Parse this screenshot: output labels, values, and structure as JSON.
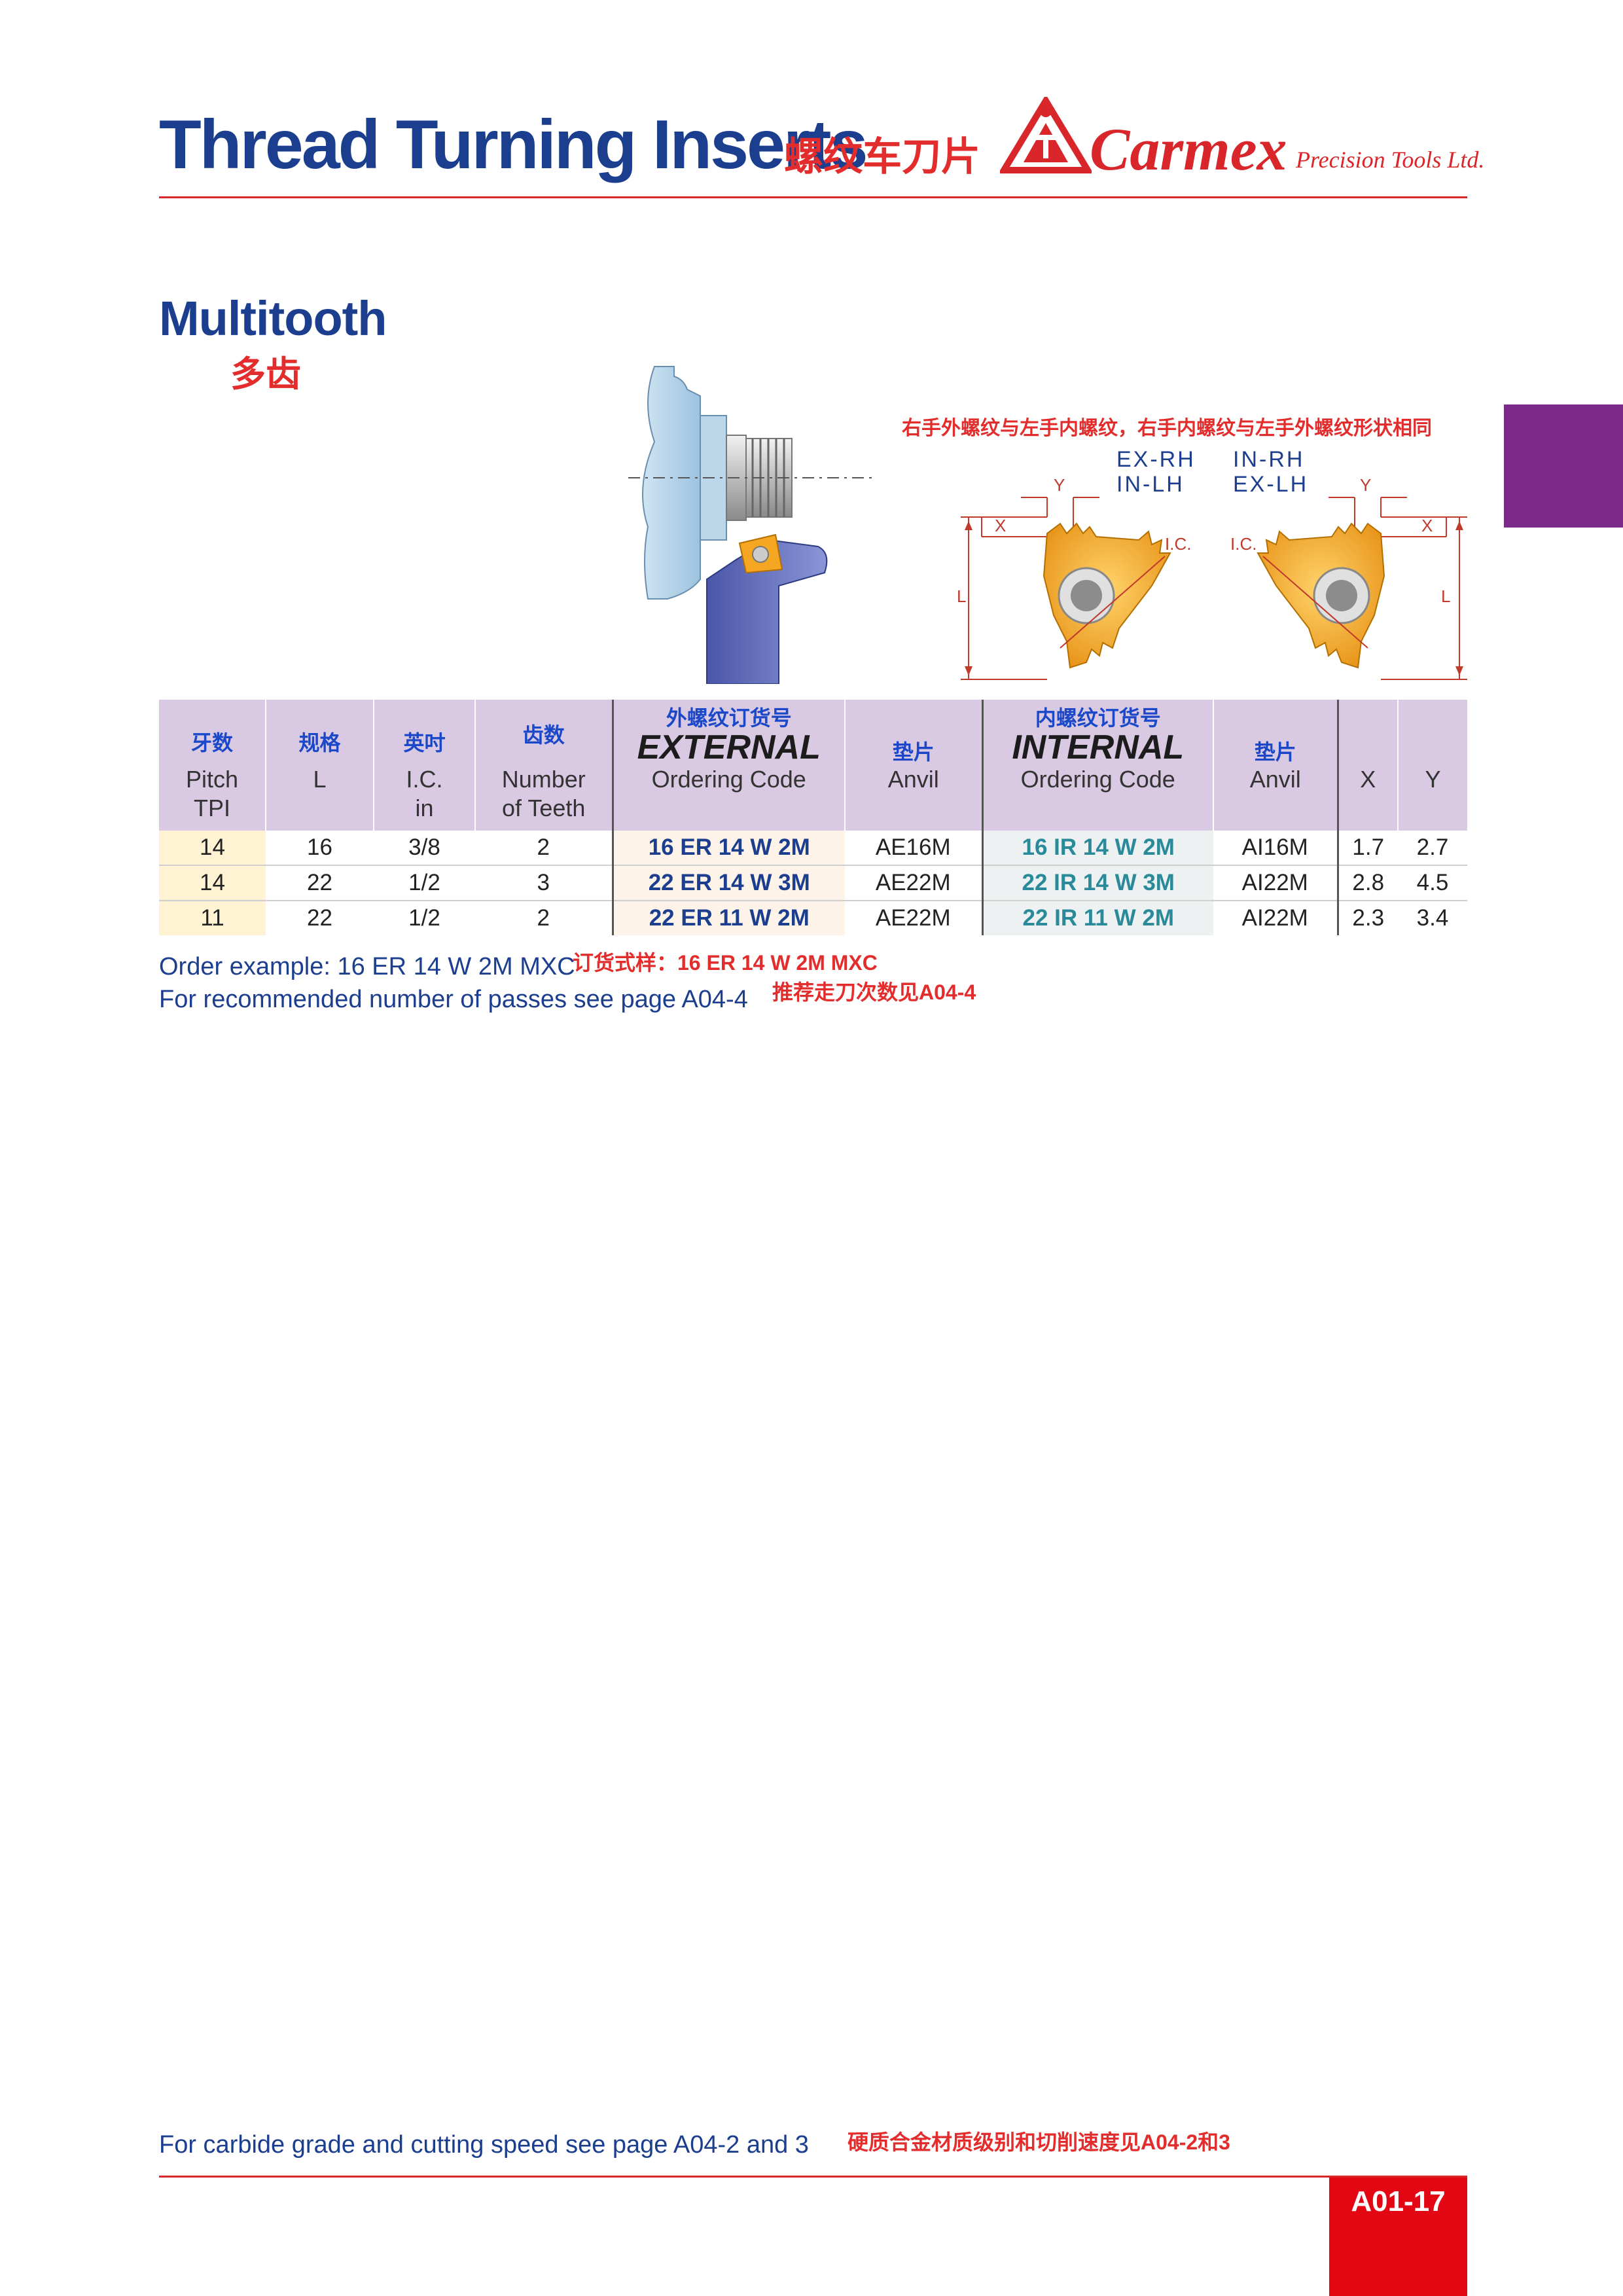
{
  "header": {
    "title_en": "Thread Turning Inserts",
    "title_cn": "螺纹车刀片",
    "brand_name": "Carmex",
    "brand_sub": "Precision Tools Ltd."
  },
  "section": {
    "title_en": "Multitooth",
    "title_cn": "多齿"
  },
  "diagram": {
    "note_cn": "右手外螺纹与左手内螺纹，右手内螺纹与左手外螺纹形状相同",
    "left_labels": [
      "EX-RH",
      "IN-LH"
    ],
    "right_labels": [
      "IN-RH",
      "EX-LH"
    ],
    "dim_y": "Y",
    "dim_x": "X",
    "dim_l": "L",
    "dim_ic": "I.C."
  },
  "table": {
    "headers": {
      "pitch_cn": "牙数",
      "pitch_en": "Pitch",
      "pitch_en2": "TPI",
      "l_cn": "规格",
      "l_en": "L",
      "ic_cn": "英吋",
      "ic_en": "I.C.",
      "ic_en2": "in",
      "teeth_cn": "齿数",
      "teeth_en": "Number",
      "teeth_en2": "of Teeth",
      "ext_cn": "外螺纹订货号",
      "ext_big": "EXTERNAL",
      "ext_en": "Ordering Code",
      "anvil_cn": "垫片",
      "anvil_en": "Anvil",
      "int_cn": "内螺纹订货号",
      "int_big": "INTERNAL",
      "int_en": "Ordering Code",
      "anvil2_cn": "垫片",
      "anvil2_en": "Anvil",
      "x": "X",
      "y": "Y"
    },
    "rows": [
      {
        "pitch": "14",
        "l": "16",
        "ic": "3/8",
        "teeth": "2",
        "ext": "16 ER 14 W 2M",
        "anvil_e": "AE16M",
        "int": "16 IR 14 W 2M",
        "anvil_i": "AI16M",
        "x": "1.7",
        "y": "2.7"
      },
      {
        "pitch": "14",
        "l": "22",
        "ic": "1/2",
        "teeth": "3",
        "ext": "22 ER 14 W 3M",
        "anvil_e": "AE22M",
        "int": "22 IR 14 W 3M",
        "anvil_i": "AI22M",
        "x": "2.8",
        "y": "4.5"
      },
      {
        "pitch": "11",
        "l": "22",
        "ic": "1/2",
        "teeth": "2",
        "ext": "22 ER 11 W 2M",
        "anvil_e": "AE22M",
        "int": "22 IR 11 W 2M",
        "anvil_i": "AI22M",
        "x": "2.3",
        "y": "3.4"
      }
    ]
  },
  "notes": {
    "order_en": "Order example: 16 ER 14 W 2M MXC",
    "order_cn": "订货式样：16 ER 14 W 2M MXC",
    "passes_en": "For recommended number of passes see page A04-4",
    "passes_cn": "推荐走刀次数见A04-4"
  },
  "footer": {
    "grade_en": "For carbide grade and cutting speed see page A04-2 and 3",
    "grade_cn": "硬质合金材质级别和切削速度见A04-2和3",
    "page_number": "A01-17"
  },
  "colors": {
    "brand_blue": "#1c3e8e",
    "brand_red": "#d8262b",
    "accent_purple": "#7b2a8a",
    "header_lavender": "#d9c9e3",
    "page_tab_red": "#e30613",
    "insert_gold": "#f5a623"
  }
}
